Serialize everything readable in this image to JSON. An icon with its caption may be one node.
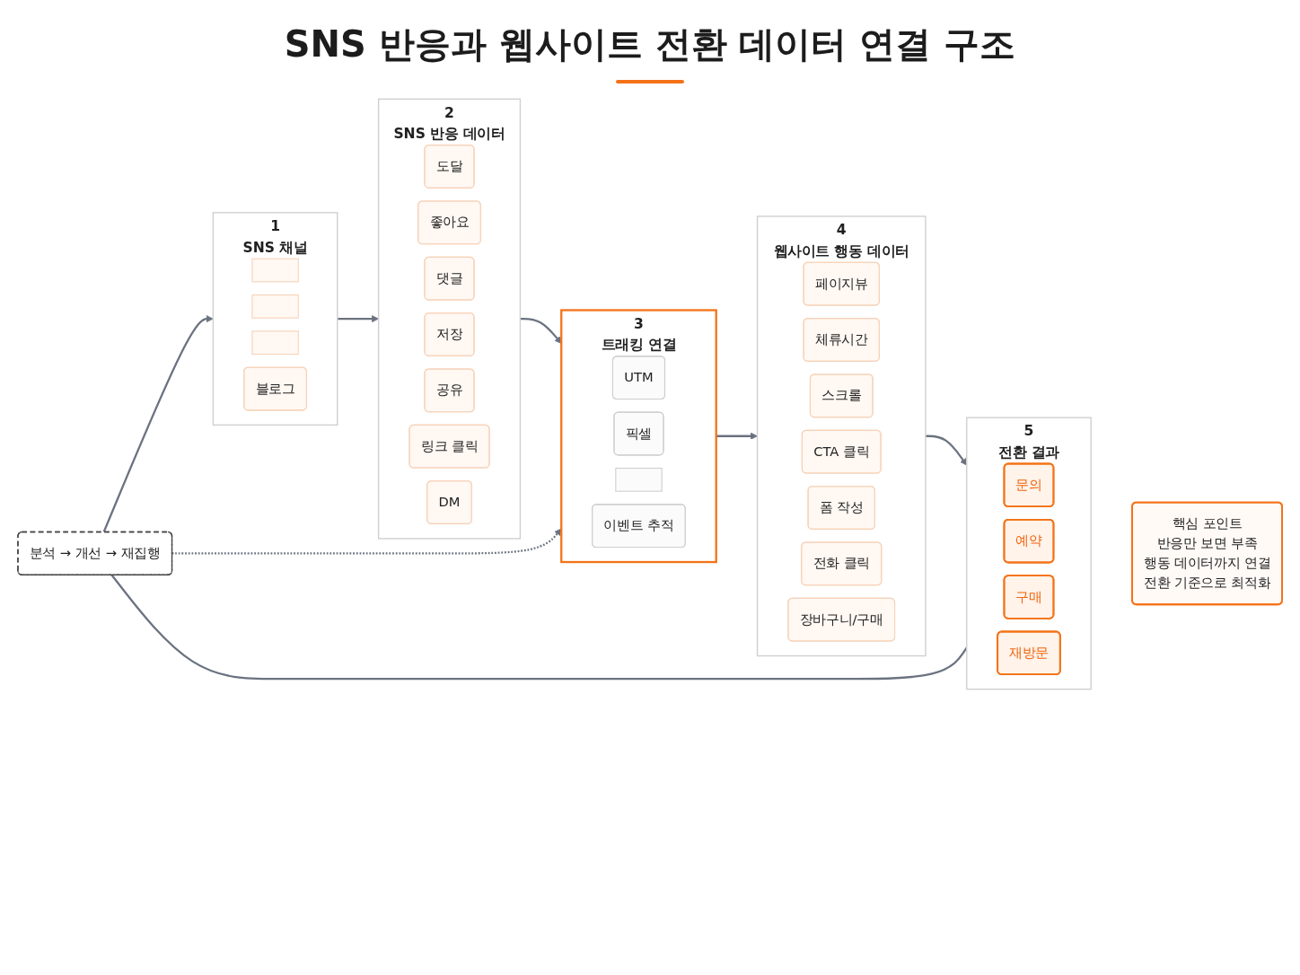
{
  "diagram": {
    "title": "SNS 반응과 웹사이트 전환 데이터 연결 구조",
    "nodes": [
      {
        "text": [
          "1",
          "SNS 채널"
        ]
      },
      {
        "text": [],
        "shape": "box",
        "in": 0
      },
      {
        "text": [],
        "shape": "box",
        "in": 0
      },
      {
        "text": [],
        "shape": "box",
        "in": 0
      },
      {
        "text": [
          "블로그"
        ],
        "in": 0
      },
      {
        "text": [
          "2",
          "SNS 반응 데이터"
        ]
      },
      {
        "text": [
          "도달"
        ],
        "in": 5
      },
      {
        "text": [
          "좋아요"
        ],
        "in": 5
      },
      {
        "text": [
          "댓글"
        ],
        "in": 5
      },
      {
        "text": [
          "저장"
        ],
        "in": 5
      },
      {
        "text": [
          "공유"
        ],
        "in": 5
      },
      {
        "text": [
          "링크 클릭"
        ],
        "in": 5
      },
      {
        "text": [
          "DM"
        ],
        "in": 5
      },
      {
        "text": [
          "3",
          "트래킹 연결"
        ]
      },
      {
        "text": [
          "UTM"
        ],
        "in": 13
      },
      {
        "text": [
          "픽셀"
        ],
        "in": 13
      },
      {
        "text": [],
        "shape": "box",
        "in": 13
      },
      {
        "text": [
          "이벤트 추적"
        ],
        "in": 13
      },
      {
        "text": [
          "4",
          "웹사이트 행동 데이터"
        ]
      },
      {
        "text": [
          "페이지뷰"
        ],
        "in": 18
      },
      {
        "text": [
          "체류시간"
        ],
        "in": 18
      },
      {
        "text": [
          "스크롤"
        ],
        "in": 18
      },
      {
        "text": [
          "CTA 클릭"
        ],
        "in": 18
      },
      {
        "text": [
          "폼 작성"
        ],
        "in": 18
      },
      {
        "text": [
          "전화 클릭"
        ],
        "in": 18
      },
      {
        "text": [
          "장바구니/구매"
        ],
        "in": 18
      },
      {
        "text": [
          "5",
          "전환 결과"
        ]
      },
      {
        "text": [
          "문의"
        ],
        "in": 26
      },
      {
        "text": [
          "예약"
        ],
        "in": 26
      },
      {
        "text": [
          "구매"
        ],
        "in": 26
      },
      {
        "text": [
          "재방문"
        ],
        "in": 26
      },
      {
        "text": [
          "분석 → 개선 → 재집행"
        ]
      },
      {
        "text": [
          "핵심 포인트",
          "반응만 보면 부족",
          "행동 데이터까지 연결",
          "전환 기준으로 최적화"
        ]
      }
    ],
    "edges": [
      {
        "from": 0,
        "to": 5,
        "arrow": "to"
      },
      {
        "from": 5,
        "to": 13,
        "arrow": "to"
      },
      {
        "from": 13,
        "to": 18,
        "arrow": "to"
      },
      {
        "from": 18,
        "to": 26,
        "arrow": "to"
      },
      {
        "from": 31,
        "to": 26,
        "arrow": "none"
      },
      {
        "from": 31,
        "to": 0,
        "arrow": "to"
      },
      {
        "from": 31,
        "to": 13,
        "arrow": "to",
        "style": "dashed"
      }
    ]
  }
}
